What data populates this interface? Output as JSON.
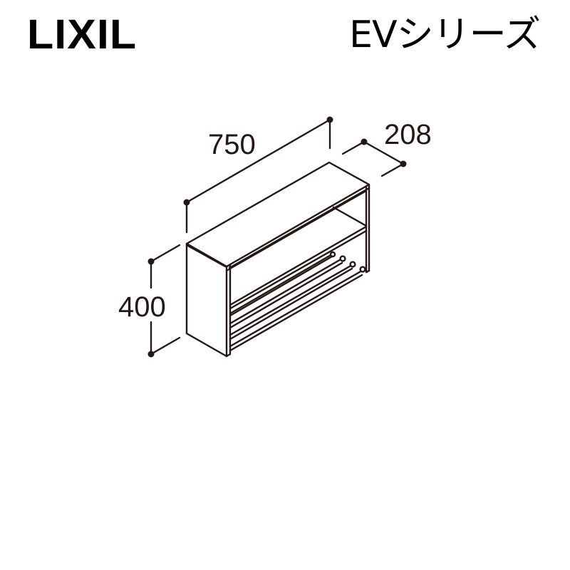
{
  "header": {
    "brand": "LIXIL",
    "series": "EVシリーズ"
  },
  "diagram": {
    "subject": "open shelf cabinet with towel bars",
    "dimensions": {
      "width": "750",
      "depth": "208",
      "height": "400"
    },
    "line_color": "#231815"
  }
}
